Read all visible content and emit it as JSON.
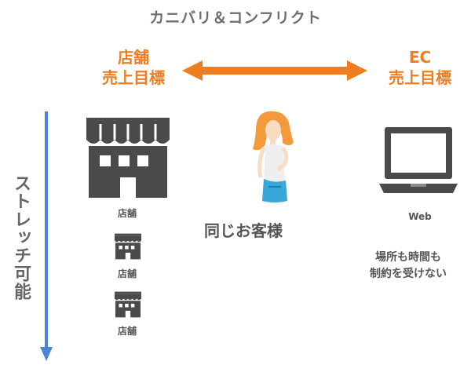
{
  "title": "カニバリ＆コンフリクト",
  "store_target": {
    "line1": "店舗",
    "line2": "売上目標"
  },
  "ec_target": {
    "line1": "EC",
    "line2": "売上目標"
  },
  "stretch_label": "ストレッチ可能",
  "store_labels": [
    "店舗",
    "店舗",
    "店舗"
  ],
  "customer_label": "同じお客様",
  "web_label": "Web",
  "ec_note": {
    "line1": "場所も時間も",
    "line2": "制約を受けない"
  },
  "colors": {
    "orange": "#f07d1f",
    "blue": "#4a86d8",
    "icon_gray": "#4a4a4a"
  },
  "icons": {
    "double_arrow": "double-headed-arrow-icon",
    "vertical_arrow": "down-arrow-icon",
    "store": "store-icon",
    "laptop": "laptop-icon",
    "customer": "woman-customer-icon"
  }
}
